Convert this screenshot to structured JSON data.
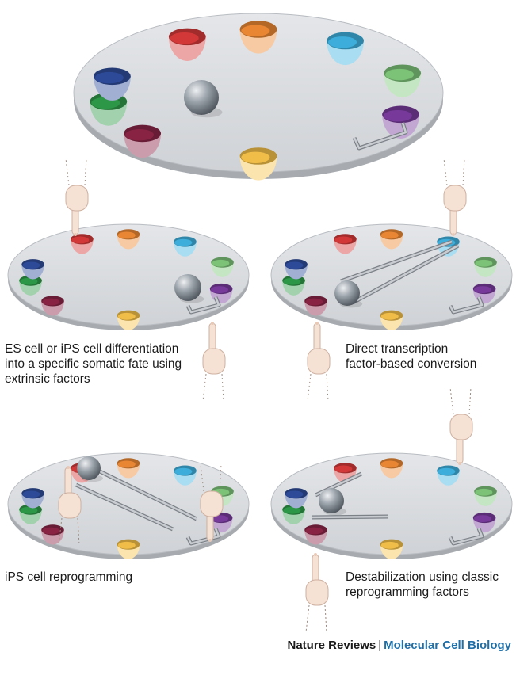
{
  "captions": {
    "extrinsic": "ES cell or iPS cell differentiation\ninto a specific somatic fate using\nextrinsic factors",
    "direct": "Direct transcription\nfactor-based conversion",
    "ips": "iPS cell reprogramming",
    "destabilization": "Destabilization using classic\nreprogramming factors"
  },
  "footer": {
    "publisher": "Nature Reviews",
    "separator": "|",
    "journal": "Molecular Cell Biology"
  },
  "colors": {
    "red": "#d83a3a",
    "orange": "#ee8a35",
    "cyan": "#3fb3e0",
    "green_light": "#7fc77a",
    "purple": "#7a3c9e",
    "yellow": "#f6c24a",
    "maroon": "#8c2546",
    "green": "#2e9b48",
    "blue": "#2f4d9c",
    "plate": "#d5d8dc",
    "plate_edge": "#a7abb0",
    "ball": "#7f878f",
    "journal": "#1f6fa8"
  },
  "cups": [
    "orange",
    "cyan",
    "green_light",
    "purple",
    "yellow",
    "maroon",
    "green",
    "blue",
    "red"
  ],
  "icons": [
    "pointing-hand-icon",
    "sphere-icon",
    "bowl-icon",
    "rail-track-icon"
  ]
}
